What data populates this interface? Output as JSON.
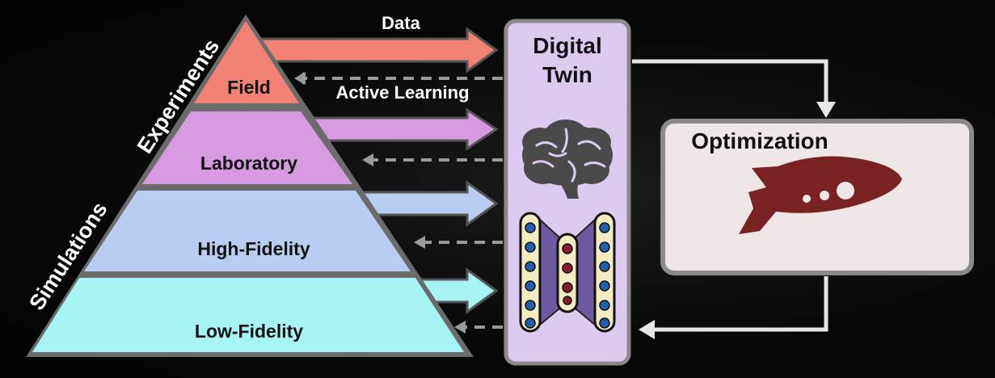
{
  "pyramid": {
    "tiers": [
      {
        "label": "Field",
        "color": "#f08274"
      },
      {
        "label": "Laboratory",
        "color": "#d79ae0"
      },
      {
        "label": "High-Fidelity",
        "color": "#b9cdf2"
      },
      {
        "label": "Low-Fidelity",
        "color": "#a6f4f4"
      }
    ],
    "side_labels": {
      "experiments": "Experiments",
      "simulations": "Simulations"
    }
  },
  "arrows": {
    "data_label": "Data",
    "active_learning_label": "Active Learning",
    "colors": [
      "#f08274",
      "#d79ae0",
      "#b9cdf2",
      "#a6f4f4"
    ]
  },
  "digital_twin": {
    "title_line1": "Digital",
    "title_line2": "Twin",
    "icons": [
      "brain-icon",
      "neural-network-icon"
    ],
    "color": "#dccaf0"
  },
  "optimization": {
    "title": "Optimization",
    "icon": "rocket-icon",
    "color": "#efe7e7",
    "icon_color": "#7a2222"
  }
}
